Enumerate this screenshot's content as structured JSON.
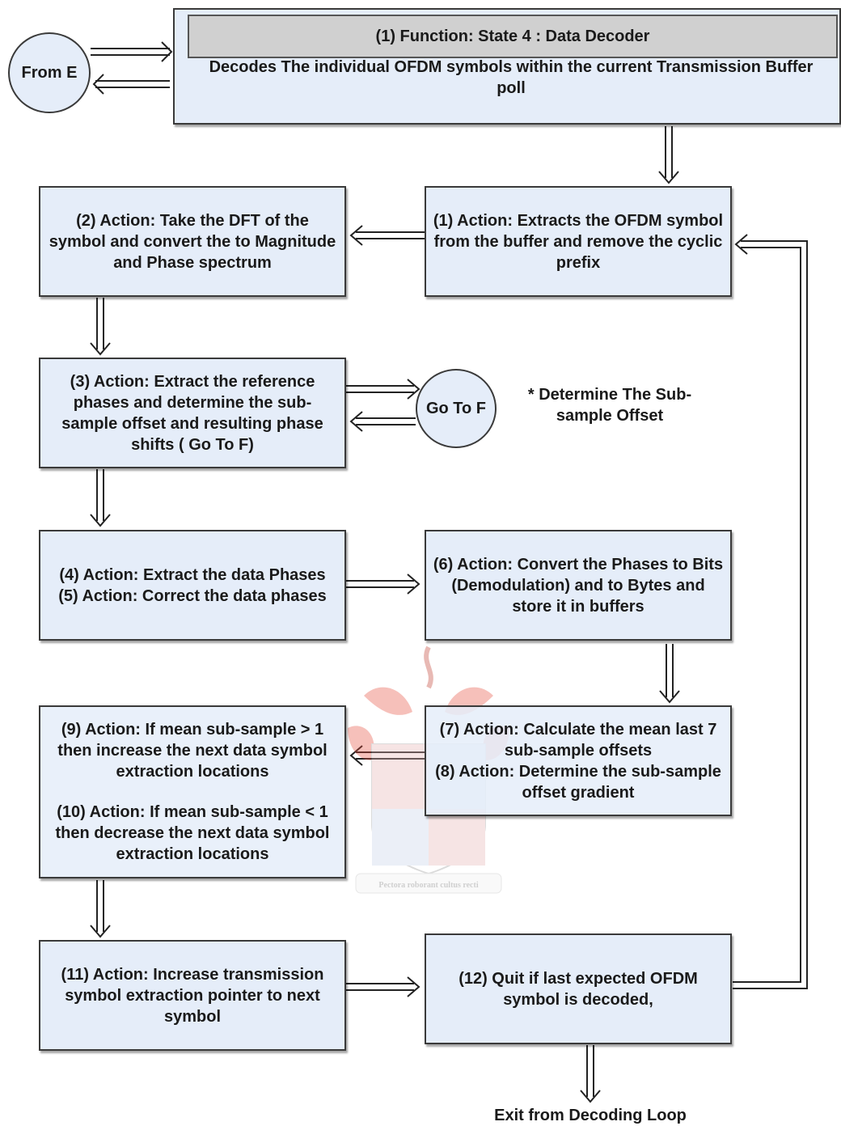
{
  "header": {
    "title": "(1) Function: State 4 : Data Decoder",
    "description": "Decodes The individual OFDM symbols within the current Transmission Buffer poll"
  },
  "connectors": {
    "from_e": "From E",
    "go_to_f": "Go To F"
  },
  "note": "* Determine The Sub-sample Offset",
  "boxes": {
    "extract_symbol": "(1) Action: Extracts the OFDM symbol from the buffer and remove the cyclic prefix",
    "dft": "(2) Action:  Take the DFT of the symbol and convert the to Magnitude and Phase spectrum",
    "reference_phases": "(3) Action: Extract the reference phases and determine the sub-sample offset and resulting phase shifts ( Go To F)",
    "data_phases_line1": "(4) Action: Extract the data Phases",
    "data_phases_line2": "(5) Action:  Correct the data phases",
    "demodulate": "(6) Action: Convert the Phases to Bits (Demodulation) and to Bytes and store it in buffers",
    "mean_offsets_line1": "(7) Action: Calculate the mean last 7 sub-sample offsets",
    "mean_offsets_line2": "(8) Action: Determine the sub-sample offset gradient",
    "adjust_para1": "(9) Action: If mean sub-sample > 1 then increase the next data symbol extraction locations",
    "adjust_para2": "(10) Action: If mean sub-sample < 1 then decrease the next data symbol extraction locations",
    "increase_pointer": "(11) Action: Increase transmission symbol extraction pointer to next symbol",
    "quit_check": "(12) Quit if last expected OFDM symbol is decoded,"
  },
  "exit_label": "Exit from Decoding Loop",
  "watermark_motto": "Pectora roborant cultus recti"
}
